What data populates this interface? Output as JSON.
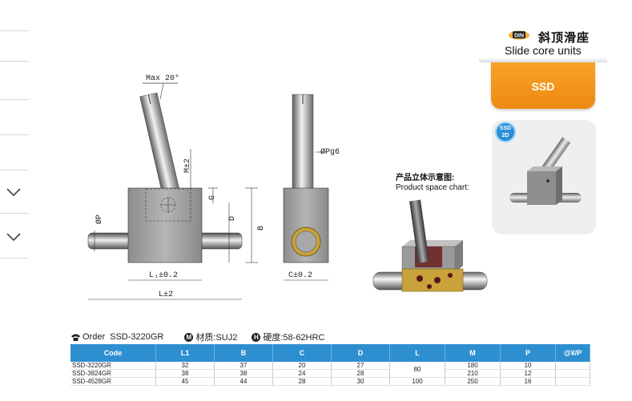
{
  "brand": {
    "din_badge": "DIN",
    "title_cn": "斜顶滑座",
    "title_en": "Slide core units",
    "tab_label": "SSD",
    "badge_2d": [
      "SSD",
      "2D"
    ]
  },
  "drawing": {
    "max_angle": "Max 20°",
    "m_label": "M±2",
    "g_label": "G",
    "d_label": "D",
    "b_label": "B",
    "p_label": "ØP",
    "l1_label": "L₁±0.2",
    "l_label": "L±2",
    "pg6_label": "ØPg6",
    "c_label": "C±0.2"
  },
  "space_chart": {
    "label_cn": "产品立体示意图:",
    "label_en": "Product space chart:"
  },
  "order": {
    "order_label": "Order",
    "order_code": "SSD-3220GR",
    "material_icon": "M",
    "material_text": "材质:SUJ2",
    "hardness_icon": "H",
    "hardness_text": "硬度:58-62HRC"
  },
  "table": {
    "headers": [
      "Code",
      "L1",
      "B",
      "C",
      "D",
      "L",
      "M",
      "P",
      "@¥/P"
    ],
    "rows": [
      {
        "code": "SSD-3220GR",
        "l1": "32",
        "b": "37",
        "c": "20",
        "d": "27",
        "m": "180",
        "p": "10",
        "price": ""
      },
      {
        "code": "SSD-3824GR",
        "l1": "38",
        "b": "38",
        "c": "24",
        "d": "28",
        "m": "210",
        "p": "12",
        "price": ""
      },
      {
        "code": "SSD-4528GR",
        "l1": "45",
        "b": "44",
        "c": "28",
        "d": "30",
        "m": "250",
        "p": "16",
        "price": ""
      }
    ],
    "l_merged": "80",
    "l_last": "100"
  },
  "colors": {
    "accent_orange": "#f0901a",
    "table_header_blue": "#2e8fd0",
    "brass": "#c9a23c"
  }
}
